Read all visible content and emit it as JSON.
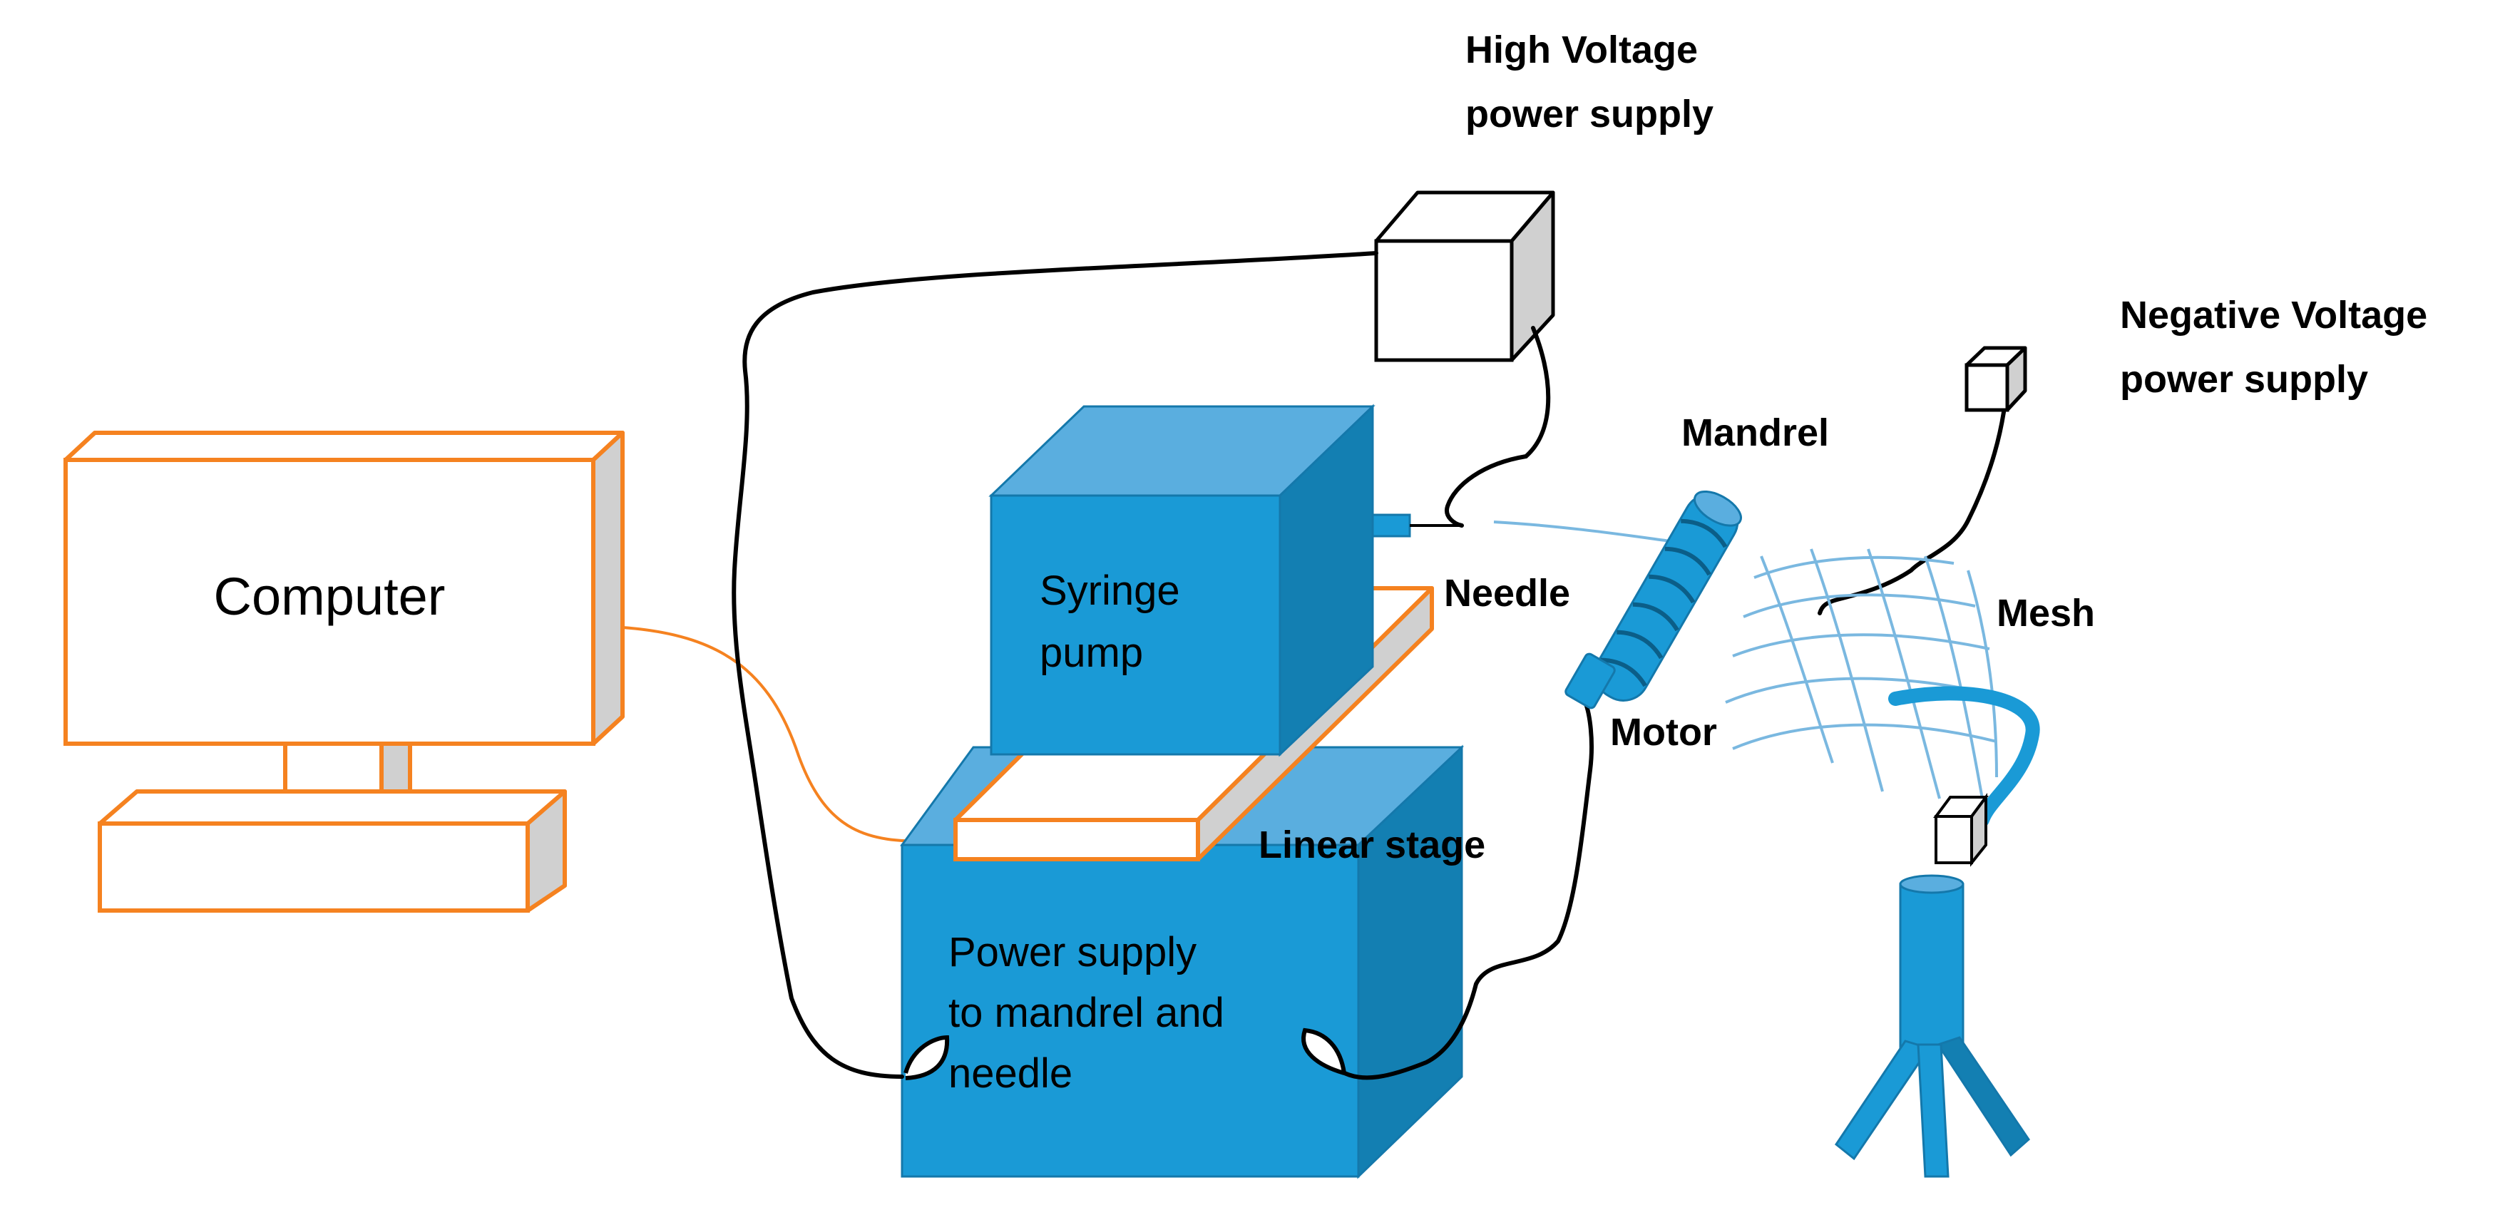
{
  "labels": {
    "high_voltage": [
      "High Voltage",
      "power supply"
    ],
    "negative_voltage": [
      "Negative Voltage",
      "power supply"
    ],
    "mandrel": "Mandrel",
    "needle": "Needle",
    "mesh": "Mesh",
    "motor": "Motor",
    "linear_stage": "Linear stage",
    "computer": "Computer",
    "syringe_pump": [
      "Syringe",
      "pump"
    ],
    "power_supply_box": [
      "Power supply",
      "to mandrel and",
      "needle"
    ]
  },
  "colors": {
    "equipment_blue": "#1a9ad6",
    "blue_top": "#5aaedf",
    "blue_side": "#137fb2",
    "computer_outline": "#f58220",
    "gray_side": "#d0d0d0",
    "wire": "#000000",
    "fiber": "#7ab8e0"
  }
}
